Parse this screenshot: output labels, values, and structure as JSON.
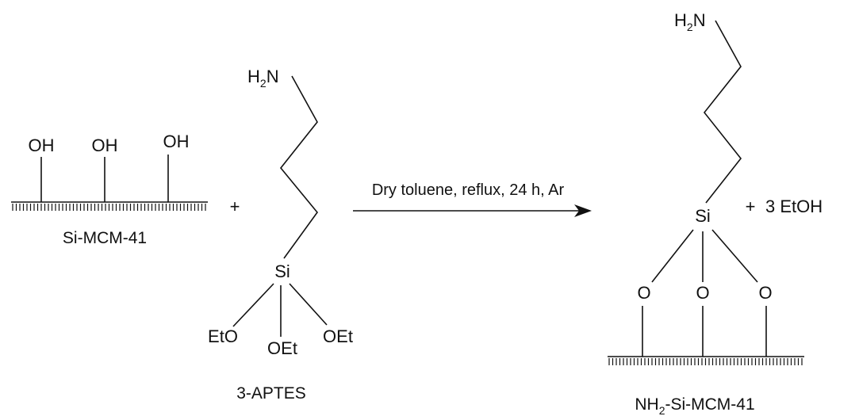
{
  "reactant_silica": {
    "label": "Si-MCM-41",
    "hydroxyls": [
      "OH",
      "OH",
      "OH"
    ]
  },
  "plus_1": "+",
  "reactant_aptes": {
    "label": "3-APTES",
    "amine_h": "H",
    "amine_sub": "2",
    "amine_n": "N",
    "silicon": "Si",
    "ethoxy_left": "EtO",
    "ethoxy_middle": "OEt",
    "ethoxy_right": "OEt"
  },
  "arrow": {
    "conditions": "Dry toluene, reflux, 24 h, Ar"
  },
  "product": {
    "label_prefix": "NH",
    "label_sub": "2",
    "label_suffix": "-Si-MCM-41",
    "amine_h": "H",
    "amine_sub": "2",
    "amine_n": "N",
    "silicon": "Si",
    "oxygens": [
      "O",
      "O",
      "O"
    ]
  },
  "plus_2": "+",
  "byproduct": "3 EtOH",
  "colors": {
    "ink": "#111111",
    "background": "#ffffff"
  }
}
